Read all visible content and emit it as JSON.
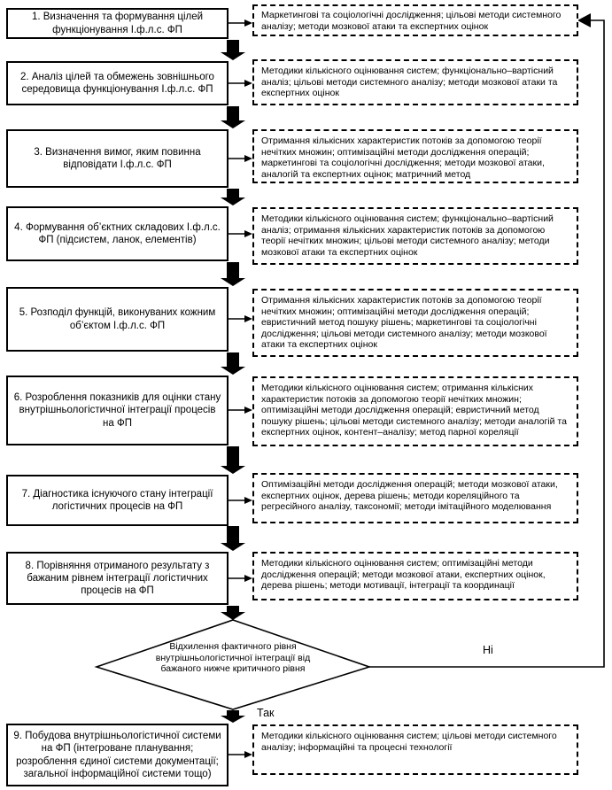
{
  "diagram": {
    "steps": [
      {
        "left": "1. Визначення та формування цілей функціонування І.ф.л.с. ФП",
        "right": "Маркетингові та соціологічні дослідження; цільові методи системного аналізу; методи мозкової атаки та експертних оцінок"
      },
      {
        "left": "2. Аналіз цілей та обмежень зовнішнього середовища функціонування І.ф.л.с. ФП",
        "right": "Методики кількісного оцінювання систем; функціонально–вартісний аналіз; цільові методи системного аналізу; методи мозкової атаки та експертних оцінок"
      },
      {
        "left": "3. Визначення вимог, яким повинна відповідати І.ф.л.с. ФП",
        "right": "Отримання кількісних характеристик потоків за допомогою теорії нечітких множин; оптимізаційні методи дослідження операцій; маркетингові та соціологічні дослідження; методи мозкової атаки, аналогій та експертних оцінок; матричний метод"
      },
      {
        "left": "4. Формування об’єктних складових І.ф.л.с. ФП (підсистем, ланок, елементів)",
        "right": "Методики кількісного оцінювання систем; функціонально–вартісний аналіз; отримання кількісних характеристик потоків за допомогою теорії нечітких множин; цільові методи системного аналізу; методи мозкової атаки та експертних оцінок"
      },
      {
        "left": "5. Розподіл функцій, виконуваних кожним об’єктом І.ф.л.с. ФП",
        "right": "Отримання кількісних характеристик потоків за допомогою теорії нечітких множин; оптимізаційні методи дослідження операцій; евристичний метод пошуку рішень; маркетингові та соціологічні дослідження; цільові методи системного аналізу; методи мозкової атаки та експертних оцінок"
      },
      {
        "left": "6. Розроблення показників для оцінки стану внутрішньологістичної інтеграції процесів на ФП",
        "right": "Методики кількісного оцінювання систем; отримання кількісних характеристик потоків за допомогою теорії нечітких множин; оптимізаційні методи дослідження операцій; евристичний метод пошуку рішень; цільові методи системного аналізу; методи аналогій та експертних оцінок, контент–аналізу; метод парної кореляції"
      },
      {
        "left": "7. Діагностика існуючого стану інтеграції логістичних процесів на ФП",
        "right": "Оптимізаційні методи дослідження операцій; методи мозкової атаки, експертних оцінок, дерева рішень; методи кореляційного та регресійного аналізу, таксономії; методи імітаційного моделювання"
      },
      {
        "left": "8. Порівняння отриманого результату з бажаним рівнем інтеграції логістичних процесів на ФП",
        "right": "Методики кількісного оцінювання систем; оптимізаційні методи дослідження операцій; методи мозкової атаки, експертних оцінок, дерева рішень; методи мотивації, інтеграції та координації"
      },
      {
        "left": "9. Побудова внутрішньологістичної системи на ФП (інтегроване планування; розроблення єдиної системи документації; загальної інформаційної системи тощо)",
        "right": "Методики кількісного оцінювання систем; цільові методи системного аналізу; інформаційні та процесні технології"
      }
    ],
    "decision": {
      "text": "Відхилення фактичного рівня внутрішньологістичної інтеграції від бажаного нижче критичного рівня",
      "yes_label": "Так",
      "no_label": "Ні"
    },
    "colors": {
      "ink": "#000000",
      "background": "#ffffff"
    }
  }
}
